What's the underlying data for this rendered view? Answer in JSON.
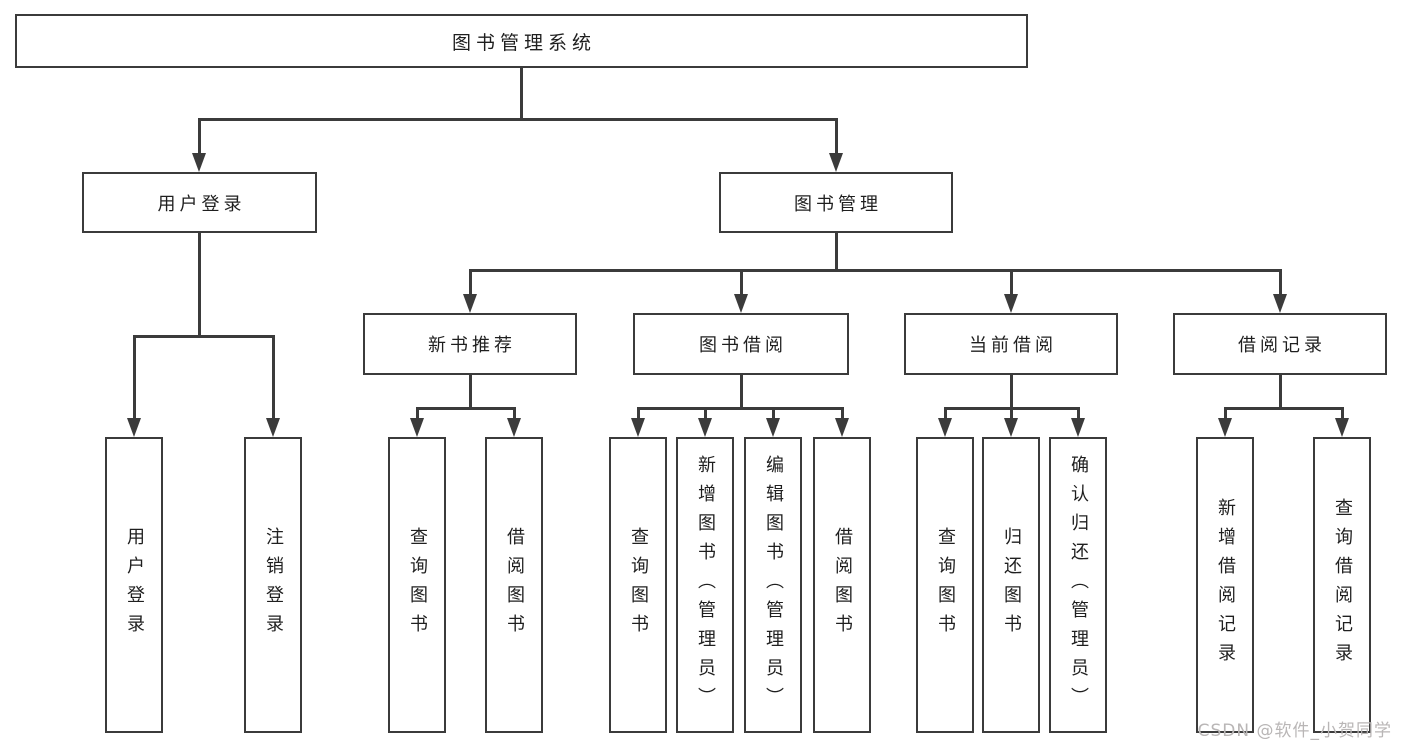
{
  "diagram": {
    "title_node": {
      "label": "图书管理系统"
    },
    "level2": [
      {
        "label": "用户登录"
      },
      {
        "label": "图书管理"
      }
    ],
    "level3": [
      {
        "label": "新书推荐",
        "parent": "图书管理"
      },
      {
        "label": "图书借阅",
        "parent": "图书管理"
      },
      {
        "label": "当前借阅",
        "parent": "图书管理"
      },
      {
        "label": "借阅记录",
        "parent": "图书管理"
      }
    ],
    "leaves": [
      {
        "label": "用户登录",
        "parent": "用户登录"
      },
      {
        "label": "注销登录",
        "parent": "用户登录"
      },
      {
        "label": "查询图书",
        "parent": "新书推荐"
      },
      {
        "label": "借阅图书",
        "parent": "新书推荐"
      },
      {
        "label": "查询图书",
        "parent": "图书借阅"
      },
      {
        "label": "新增图书（管理员）",
        "parent": "图书借阅"
      },
      {
        "label": "编辑图书（管理员）",
        "parent": "图书借阅"
      },
      {
        "label": "借阅图书",
        "parent": "图书借阅"
      },
      {
        "label": "查询图书",
        "parent": "当前借阅"
      },
      {
        "label": "归还图书",
        "parent": "当前借阅"
      },
      {
        "label": "确认归还（管理员）",
        "parent": "当前借阅"
      },
      {
        "label": "新增借阅记录",
        "parent": "借阅记录"
      },
      {
        "label": "查询借阅记录",
        "parent": "借阅记录"
      }
    ]
  },
  "watermark": {
    "text": "CSDN @软件_小贺同学"
  },
  "colors": {
    "line": "#3b3b3b",
    "text": "#1f1f1f",
    "watermark": "#b9b6b6",
    "background": "#ffffff"
  },
  "icons": {
    "arrow_down": "filled-triangle-css-border-shape"
  }
}
